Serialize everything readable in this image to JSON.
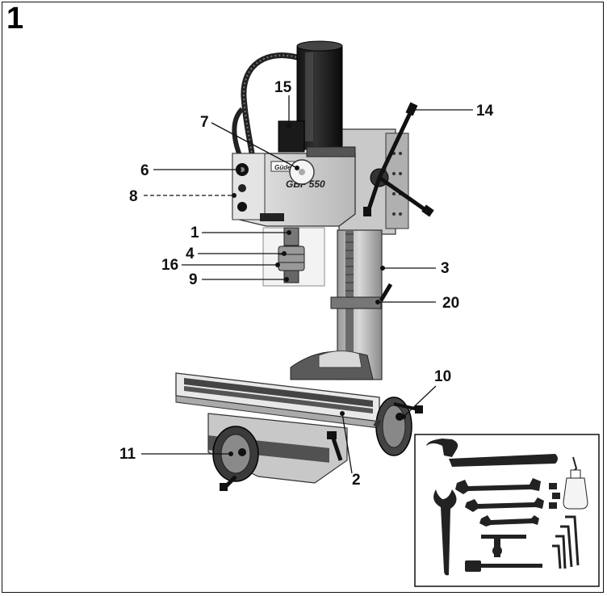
{
  "figure": {
    "number": "1",
    "model_plate": "GBF 550",
    "brand_plate": "Güde"
  },
  "callouts": [
    {
      "id": "1",
      "text": "1"
    },
    {
      "id": "2",
      "text": "2"
    },
    {
      "id": "3",
      "text": "3"
    },
    {
      "id": "4",
      "text": "4"
    },
    {
      "id": "6",
      "text": "6"
    },
    {
      "id": "7",
      "text": "7"
    },
    {
      "id": "8",
      "text": "8"
    },
    {
      "id": "9",
      "text": "9"
    },
    {
      "id": "10",
      "text": "10"
    },
    {
      "id": "11",
      "text": "11"
    },
    {
      "id": "14",
      "text": "14"
    },
    {
      "id": "15",
      "text": "15"
    },
    {
      "id": "16",
      "text": "16"
    },
    {
      "id": "20",
      "text": "20"
    }
  ],
  "accessories_inset": {
    "items": [
      "wrench-large",
      "double-open-wrench",
      "double-open-wrench",
      "double-open-wrench",
      "hook-wrench",
      "chuck-key",
      "t-handle-driver",
      "hex-key-set",
      "oil-bottle",
      "tool-bits"
    ]
  }
}
